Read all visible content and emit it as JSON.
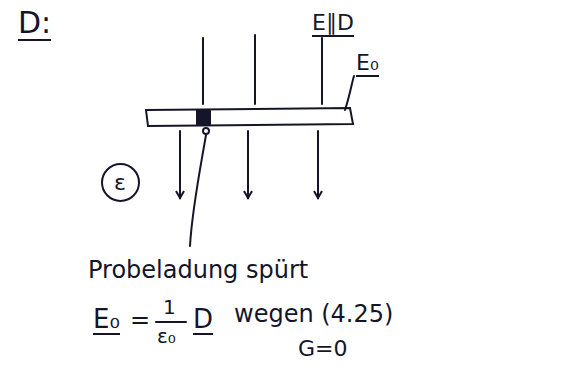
{
  "diagram": {
    "nodes": [
      {
        "text": [
          "ε"
        ]
      }
    ],
    "labels": [
      "D:",
      "E∥D",
      "E₀",
      "Probeladung spürt",
      "E₀",
      "=",
      "1",
      "ε₀",
      "D",
      "wegen (4.25)",
      "G=0"
    ]
  }
}
